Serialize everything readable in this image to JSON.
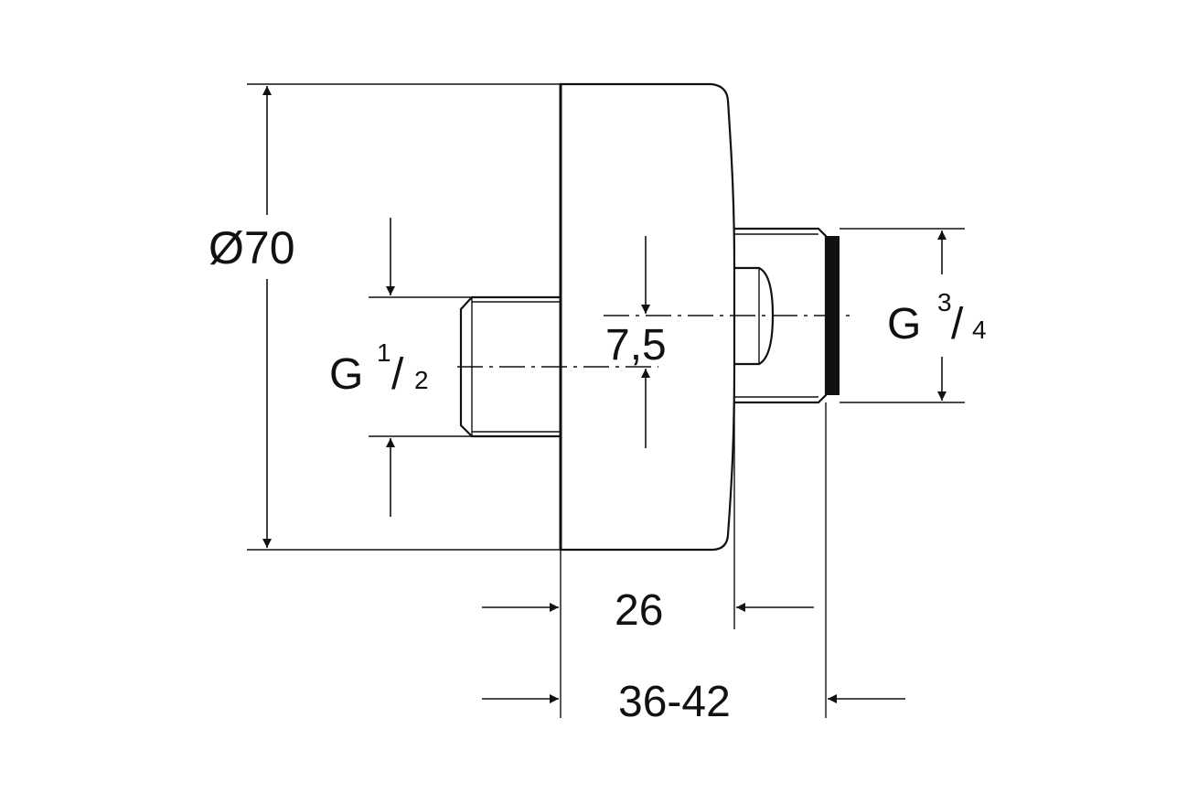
{
  "diagram": {
    "line_color": "#111111",
    "background": "#ffffff",
    "labels": {
      "diameter": "Ø70",
      "offset": "7,5",
      "thread_left": {
        "prefix": "G",
        "numerator": "1",
        "slash": "/",
        "denominator": "2"
      },
      "thread_right": {
        "prefix": "G",
        "numerator": "3",
        "slash": "/",
        "denominator": "4"
      },
      "body_depth": "26",
      "total_depth": "36-42"
    }
  }
}
